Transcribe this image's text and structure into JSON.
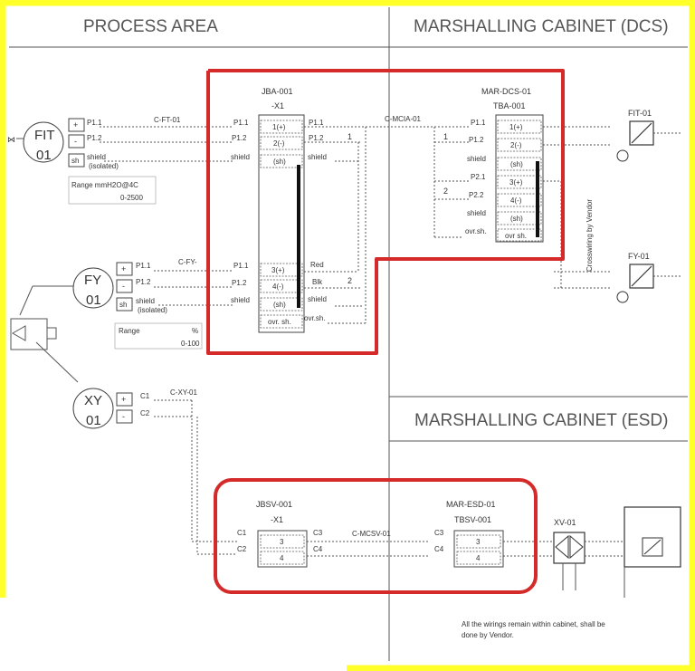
{
  "headers": {
    "process_area": "PROCESS AREA",
    "marshalling_dcs": "MARSHALLING CABINET (DCS)",
    "marshalling_esd": "MARSHALLING CABINET (ESD)"
  },
  "instruments": {
    "fit": {
      "tag": "FIT",
      "num": "01",
      "range": "Range mmH2O@4C",
      "range_val": "0-2500"
    },
    "fy": {
      "tag": "FY",
      "num": "01",
      "range": "Range",
      "range_unit": "%",
      "range_val": "0-100"
    },
    "xy": {
      "tag": "XY",
      "num": "01"
    }
  },
  "terminals": {
    "plus": "+",
    "minus": "-",
    "sh": "sh",
    "p11": "P1.1",
    "p12": "P1.2",
    "shield": "shield",
    "isolated": "(isolated)",
    "c1": "C1",
    "c2": "C2",
    "c3": "C3",
    "c4": "C4",
    "p21": "P2.1",
    "p22": "P2.2"
  },
  "cables": {
    "cft": "C-FT-01",
    "cfy": "C-FY-",
    "cxy": "C-XY-01",
    "cmcia": "C-MCIA-01",
    "cmcsv": "C-MCSV-01"
  },
  "jba": {
    "title": "JBA-001",
    "sub": "-X1",
    "rows1": [
      "1(+)",
      "2(-)",
      "(sh)"
    ],
    "rows2": [
      "3(+)",
      "4(-)",
      "(sh)",
      "ovr. sh."
    ],
    "right_labels": [
      "Red",
      "Blk",
      "shield"
    ],
    "pair1": "1",
    "pair2": "2"
  },
  "mar_dcs": {
    "title": "MAR-DCS-01",
    "sub": "TBA-001",
    "rows": [
      "1(+)",
      "2(-)",
      "(sh)",
      "3(+)",
      "4(-)",
      "(sh)",
      "ovr sh."
    ],
    "ovr": "ovr.sh.",
    "vendor": "Crosswiring by Vendor"
  },
  "outputs": {
    "fit": "FIT-01",
    "fy": "FY-01",
    "xv": "XV-01"
  },
  "jbsv": {
    "title": "JBSV-001",
    "sub": "-X1",
    "rows": [
      "3",
      "4"
    ]
  },
  "mar_esd": {
    "title": "MAR-ESD-01",
    "sub": "TBSV-001",
    "rows": [
      "3",
      "4"
    ]
  },
  "note": {
    "line1": "All the wirings remain within cabinet, shall be",
    "line2": "done by Vendor."
  },
  "colors": {
    "highlight_yellow": "#ffff2a",
    "highlight_red": "#d42a2a"
  }
}
